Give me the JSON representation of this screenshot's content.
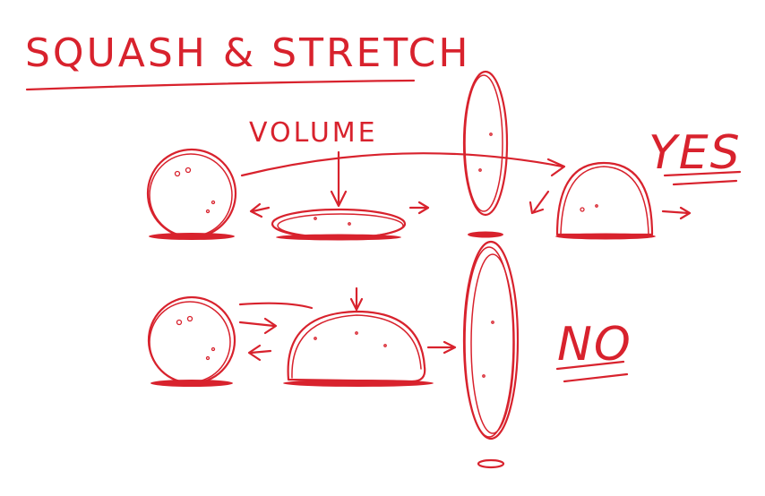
{
  "title": "SQUASH & STRETCH",
  "volume_label": "VOLUME",
  "yes_label": "YES",
  "no_label": "NO",
  "ink_color": "#d8222d"
}
